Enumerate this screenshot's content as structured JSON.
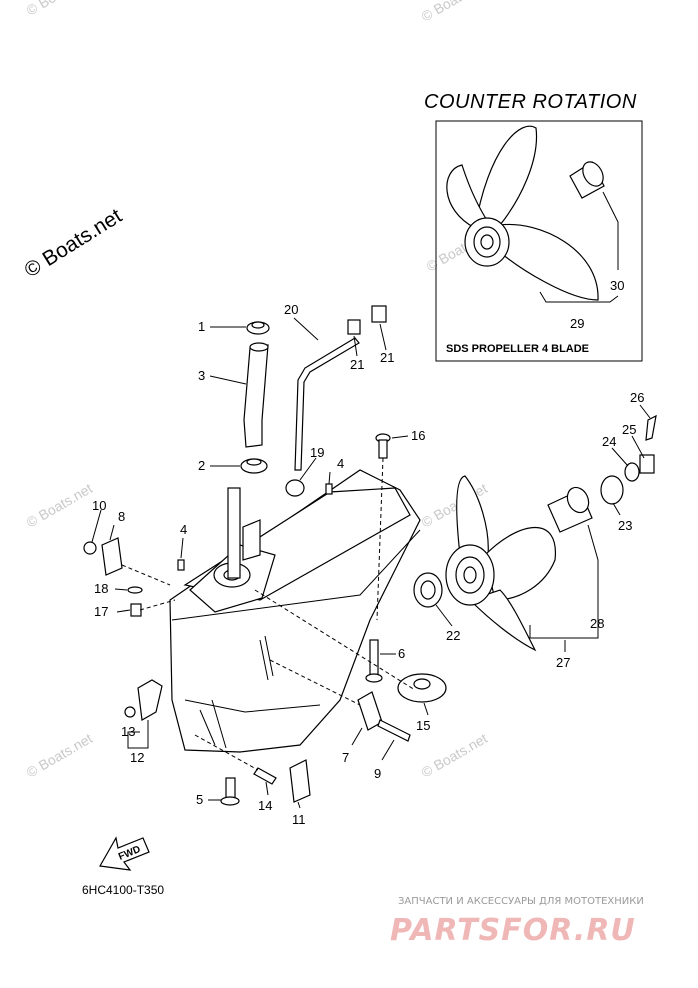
{
  "inset": {
    "title": "COUNTER ROTATION",
    "caption": "SDS PROPELLER 4 BLADE"
  },
  "callouts": [
    "1",
    "2",
    "3",
    "4",
    "4",
    "5",
    "6",
    "7",
    "8",
    "9",
    "10",
    "11",
    "12",
    "13",
    "14",
    "15",
    "16",
    "17",
    "18",
    "19",
    "20",
    "21",
    "21",
    "22",
    "23",
    "24",
    "25",
    "26",
    "27",
    "28",
    "29",
    "30"
  ],
  "fwd_label": "FWD",
  "diagram_code": "6HC4100-T350",
  "watermark": "© Boats.net",
  "promo": {
    "tagline": "ЗАПЧАСТИ И АКСЕССУАРЫ ДЛЯ МОТОТЕХНИКИ",
    "brand": "PARTSFOR.RU"
  }
}
